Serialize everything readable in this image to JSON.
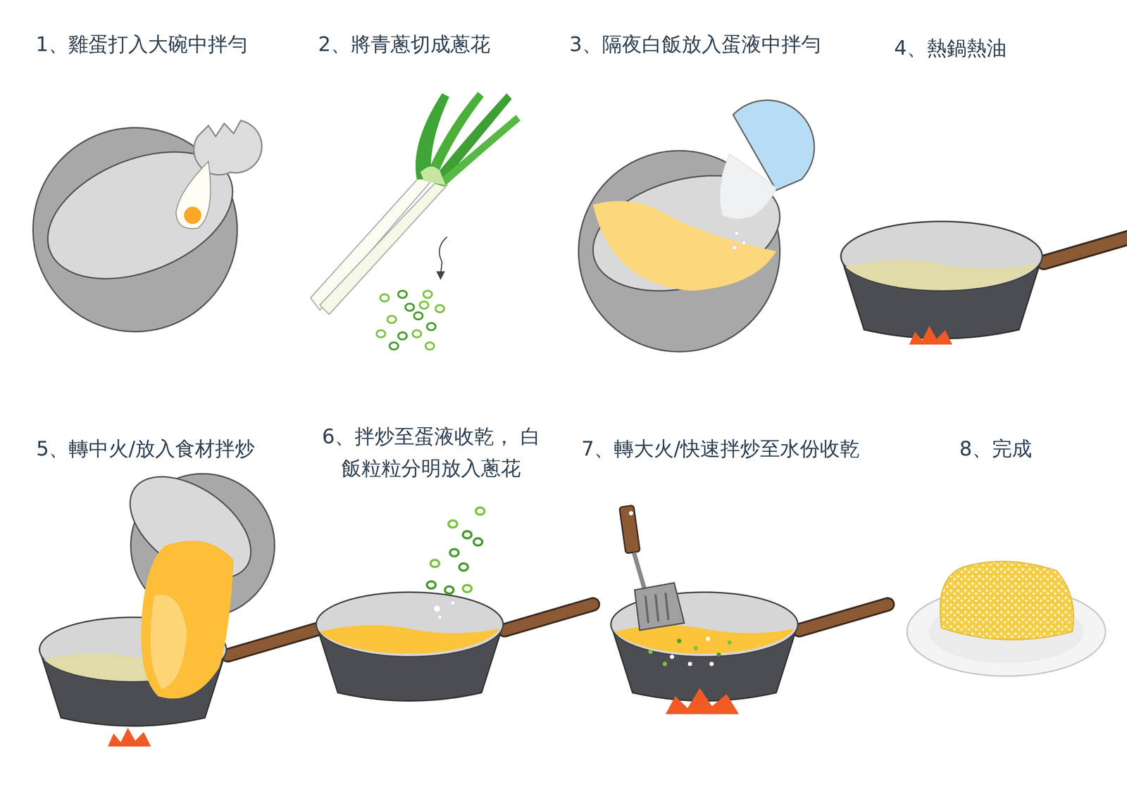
{
  "diagram": {
    "labels": [
      "1、雞蛋打入大碗中拌勻",
      "2、將青蔥切成蔥花",
      "3、隔夜白飯放入蛋液中拌勻",
      "4、熱鍋熱油",
      "5、轉中火/放入食材拌炒",
      "6、拌炒至蛋液收乾， 白飯粒粒分明放入蔥花",
      "7、轉大火/快速拌炒至水份收乾",
      "8、完成"
    ]
  }
}
